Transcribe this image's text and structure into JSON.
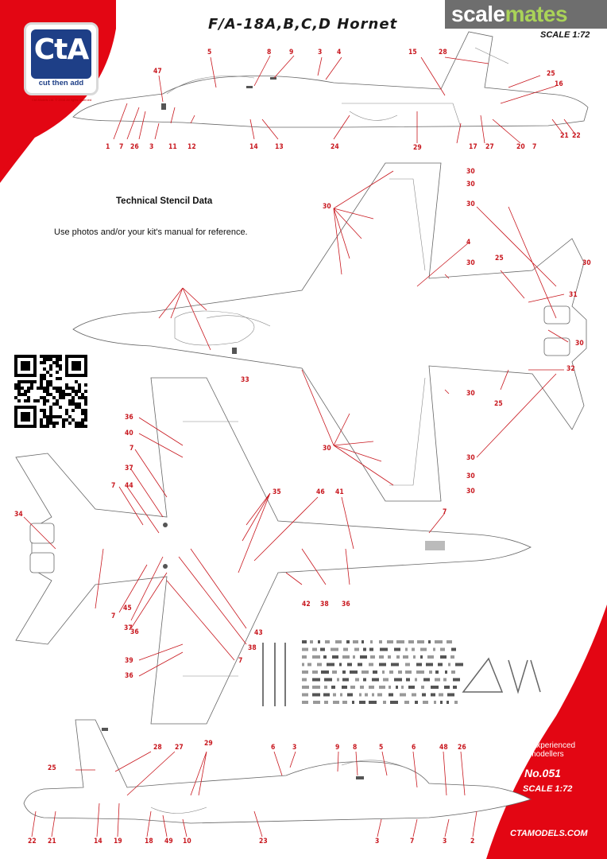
{
  "brand": {
    "logo_text": "CtA",
    "logo_tagline": "cut then add",
    "copyright": "CtA Models Ltd. © 2016 All rights reserved",
    "website": "CTAMODELS.COM"
  },
  "watermark": {
    "text_a": "scale",
    "text_b": "mates"
  },
  "sheet": {
    "title": "F/A-18A,B,C,D Hornet",
    "scale_top": "SCALE 1:72",
    "stencil_heading": "Technical Stencil Data",
    "stencil_note": "Use photos and/or your kit's manual for reference.",
    "experienced_line1": "For experienced",
    "experienced_line2": "modellers",
    "product_no": "No.051",
    "scale_bottom": "SCALE 1:72"
  },
  "colors": {
    "red": "#e30613",
    "callout": "#c8171e",
    "logo_blue": "#1e3f87",
    "watermark_green": "#9ccc3c"
  },
  "callouts": {
    "side_top": [
      "1",
      "7",
      "26",
      "3",
      "47",
      "5",
      "8",
      "9",
      "3",
      "4",
      "11",
      "12",
      "14",
      "13",
      "24",
      "15",
      "28",
      "29",
      "17",
      "27",
      "25",
      "16",
      "20",
      "7",
      "21",
      "22"
    ],
    "planform_top": [
      "30",
      "30",
      "30",
      "30",
      "4",
      "30",
      "25",
      "31",
      "30",
      "30",
      "33",
      "32",
      "25",
      "30",
      "30",
      "30",
      "30",
      "30"
    ],
    "planform_bottom": [
      "36",
      "40",
      "7",
      "37",
      "44",
      "7",
      "34",
      "35",
      "46",
      "41",
      "7",
      "36",
      "7",
      "45",
      "37",
      "38",
      "42",
      "36",
      "43",
      "38",
      "39",
      "36",
      "7"
    ],
    "side_bottom": [
      "28",
      "27",
      "29",
      "25",
      "6",
      "3",
      "9",
      "8",
      "5",
      "6",
      "48",
      "26",
      "22",
      "21",
      "14",
      "19",
      "18",
      "49",
      "10",
      "23",
      "3",
      "7",
      "3",
      "2"
    ]
  }
}
